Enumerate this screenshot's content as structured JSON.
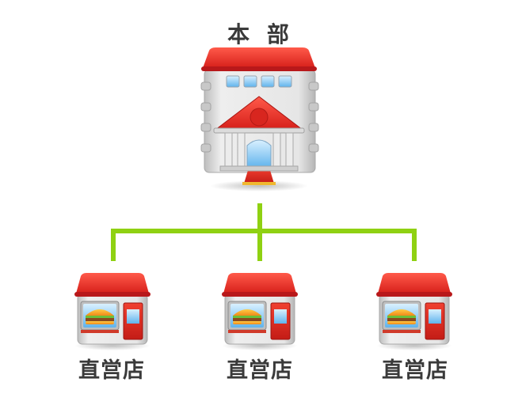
{
  "headquarters": {
    "label": "本 部",
    "icon": "headquarters-building-icon"
  },
  "stores": [
    {
      "label": "直営店",
      "icon": "store-icon"
    },
    {
      "label": "直営店",
      "icon": "store-icon"
    },
    {
      "label": "直営店",
      "icon": "store-icon"
    }
  ],
  "colors": {
    "connector": "#8fd112",
    "roof_red": "#e8302a",
    "building_gray": "#d6d6d6",
    "text": "#3a3a3a"
  }
}
